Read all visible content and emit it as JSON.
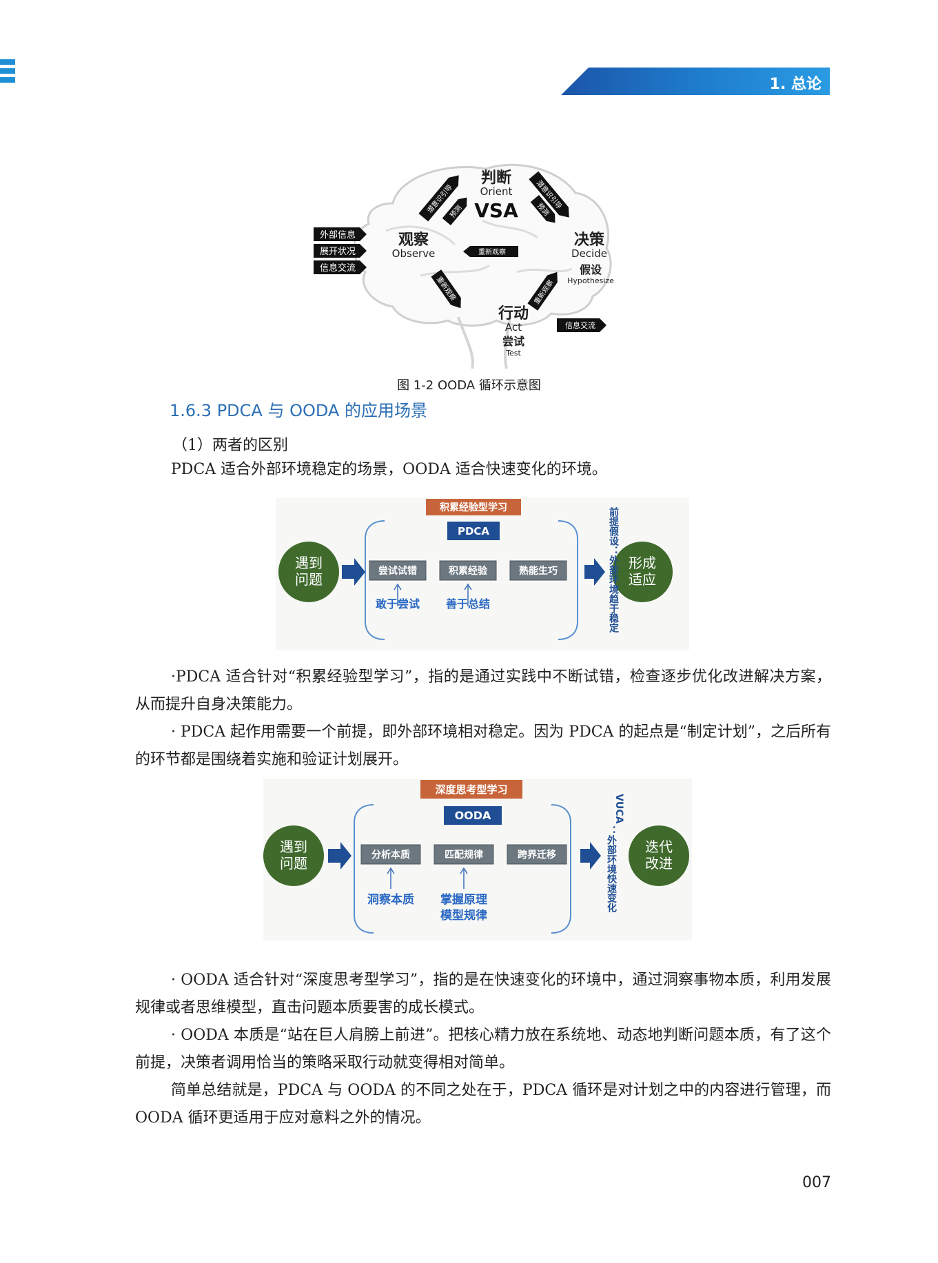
{
  "header": {
    "chapter_title": "1. 总论"
  },
  "ooda_figure": {
    "orient": {
      "cn": "判断",
      "en": "Orient",
      "vsa": "VSA"
    },
    "observe": {
      "cn": "观察",
      "en": "Observe"
    },
    "decide": {
      "cn": "决策",
      "en": "Decide",
      "cn2": "假设",
      "en2": "Hypothesize"
    },
    "act": {
      "cn": "行动",
      "en": "Act",
      "cn2": "尝试",
      "en2": "Test"
    },
    "inputs": [
      "外部信息",
      "展开状况",
      "信息交流"
    ],
    "arrows": {
      "guide_left": "潜意识引导",
      "predict_left": "预测",
      "guide_right": "潜意识引导",
      "predict_right": "预测",
      "reobserve_center": "重新观察",
      "reobserve_left": "重新观察",
      "reobserve_right": "重新观察",
      "info_exchange": "信息交流"
    },
    "caption": "图 1-2 OODA 循环示意图"
  },
  "section": {
    "heading": "1.6.3 PDCA 与 OODA 的应用场景",
    "subheading": "（1）两者的区别",
    "intro": "PDCA 适合外部环境稳定的场景，OODA 适合快速变化的环境。"
  },
  "pdca_diagram": {
    "top_label": "积累经验型学习",
    "method": "PDCA",
    "left_circle": [
      "遇到",
      "问题"
    ],
    "right_circle": [
      "形成",
      "适应"
    ],
    "steps": [
      "尝试试错",
      "积累经验",
      "熟能生巧"
    ],
    "supports": [
      "敢于尝试",
      "善于总结"
    ],
    "vertical_note": "前提假设：外部环境趋于稳定"
  },
  "pdca_paragraphs": [
    "·PDCA 适合针对“积累经验型学习”，指的是通过实践中不断试错，检查逐步优化改进解决方案，从而提升自身决策能力。",
    "· PDCA 起作用需要一个前提，即外部环境相对稳定。因为 PDCA 的起点是“制定计划”，之后所有的环节都是围绕着实施和验证计划展开。"
  ],
  "ooda_diagram": {
    "top_label": "深度思考型学习",
    "method": "OODA",
    "left_circle": [
      "遇到",
      "问题"
    ],
    "right_circle": [
      "迭代",
      "改进"
    ],
    "steps": [
      "分析本质",
      "匹配规律",
      "跨界迁移"
    ],
    "supports": [
      "洞察本质",
      "掌握原理",
      "模型规律"
    ],
    "vertical_note_latin": "VUCA",
    "vertical_note": "：外部环境快速变化"
  },
  "ooda_paragraphs": [
    "· OODA 适合针对“深度思考型学习”，指的是在快速变化的环境中，通过洞察事物本质，利用发展规律或者思维模型，直击问题本质要害的成长模式。",
    "· OODA 本质是“站在巨人肩膀上前进”。把核心精力放在系统地、动态地判断问题本质，有了这个前提，决策者调用恰当的策略采取行动就变得相对简单。",
    "简单总结就是，PDCA 与 OODA 的不同之处在于，PDCA 循环是对计划之中的内容进行管理，而 OODA 循环更适用于应对意料之外的情况。"
  ],
  "footer": {
    "page_number": "007"
  },
  "colors": {
    "accent_blue": "#1f7fcf",
    "circle_green": "#3f6a2c",
    "step_gray": "#6c7780",
    "label_orange": "#c8643a",
    "method_blue": "#1f4e94",
    "support_blue": "#2a68c4"
  }
}
